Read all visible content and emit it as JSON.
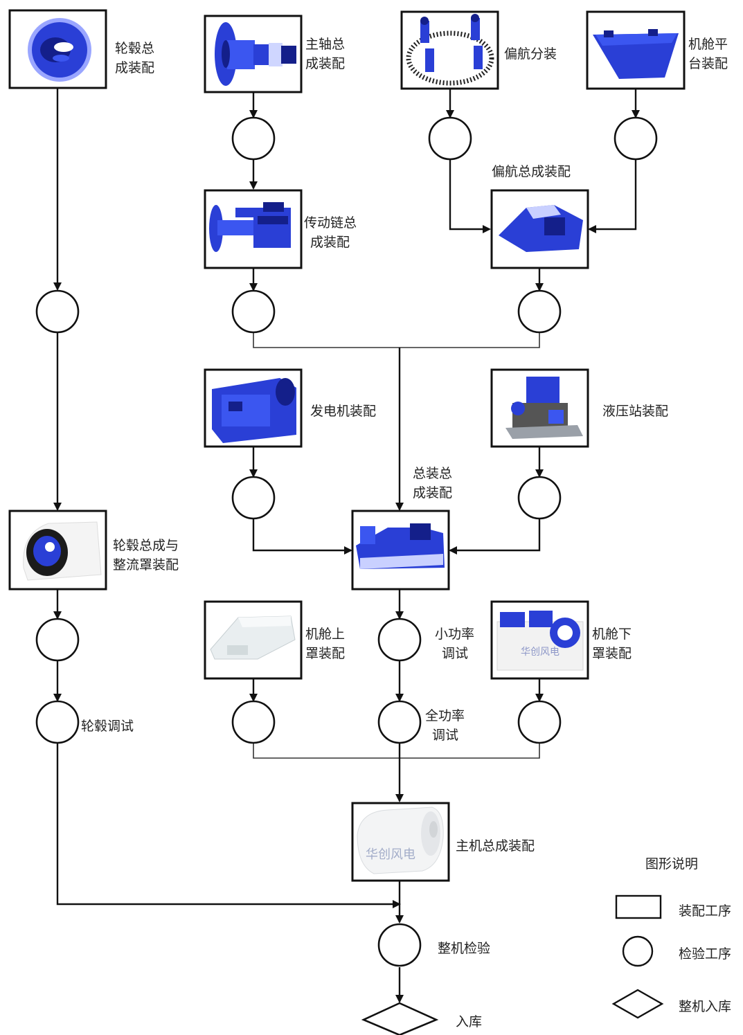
{
  "nodes": {
    "hub_assembly": [
      "轮毂总",
      "成装配"
    ],
    "main_shaft_assembly": [
      "主轴总",
      "成装配"
    ],
    "yaw_sub_assembly": "偏航分装",
    "nacelle_platform_assembly": [
      "机舱平",
      "台装配"
    ],
    "drive_train_assembly": [
      "传动链总",
      "成装配"
    ],
    "yaw_total_assembly": "偏航总成装配",
    "generator_assembly": "发电机装配",
    "hydraulic_station_assembly": "液压站装配",
    "general_assembly": [
      "总装总",
      "成装配"
    ],
    "hub_fairing_assembly": [
      "轮毂总成与",
      "整流罩装配"
    ],
    "nacelle_upper_cover": [
      "机舱上",
      "罩装配"
    ],
    "low_power_test": [
      "小功率",
      "调试"
    ],
    "nacelle_lower_cover": [
      "机舱下",
      "罩装配"
    ],
    "hub_test": "轮毂调试",
    "full_power_test": [
      "全功率",
      "调试"
    ],
    "main_unit_assembly": "主机总成装配",
    "complete_inspection": "整机检验",
    "warehousing": "入库"
  },
  "legend": {
    "title": "图形说明",
    "assembly_process": "装配工序",
    "inspection_process": "检验工序",
    "complete_warehousing": "整机入库"
  },
  "cover_text": "华创风电",
  "colors": {
    "part_blue": "#2a3fd6",
    "line": "#111111"
  }
}
